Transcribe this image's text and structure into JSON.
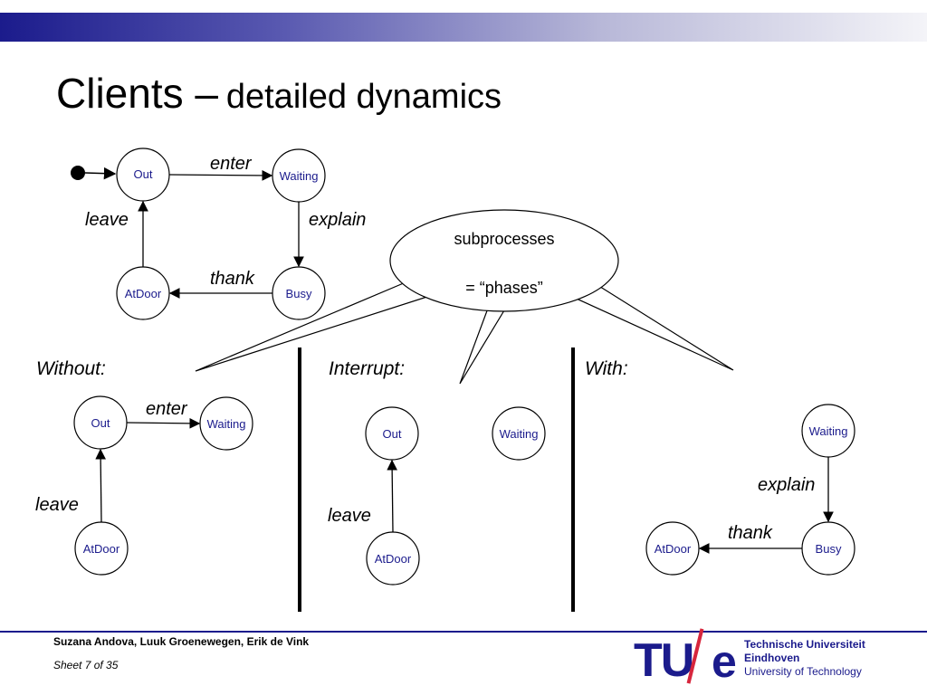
{
  "title": {
    "main": "Clients –",
    "sub": "detailed dynamics"
  },
  "colors": {
    "header_band": "#1b1b8c",
    "node_text": "#1b1b8c",
    "logo_accent": "#d7263d"
  },
  "bubble": {
    "line1": "subprocesses",
    "line2": "= “phases”"
  },
  "top": {
    "states": {
      "out": "Out",
      "waiting": "Waiting",
      "atdoor": "AtDoor",
      "busy": "Busy"
    },
    "transitions": {
      "enter": "enter",
      "explain": "explain",
      "thank": "thank",
      "leave": "leave"
    }
  },
  "without": {
    "heading": "Without:",
    "states": {
      "out": "Out",
      "waiting": "Waiting",
      "atdoor": "AtDoor"
    },
    "transitions": {
      "enter": "enter",
      "leave": "leave"
    }
  },
  "interrupt": {
    "heading": "Interrupt:",
    "states": {
      "out": "Out",
      "waiting": "Waiting",
      "atdoor": "AtDoor"
    },
    "transitions": {
      "leave": "leave"
    }
  },
  "with": {
    "heading": "With:",
    "states": {
      "waiting": "Waiting",
      "busy": "Busy",
      "atdoor": "AtDoor"
    },
    "transitions": {
      "explain": "explain",
      "thank": "thank"
    }
  },
  "footer": {
    "authors": "Suzana Andova, Luuk Groenewegen, Erik de Vink",
    "sheet": "Sheet 7 of  35",
    "logo": {
      "tu": "TU",
      "e": "e",
      "line1": "Technische Universiteit",
      "line2": "Eindhoven",
      "line3": "University of Technology"
    }
  }
}
